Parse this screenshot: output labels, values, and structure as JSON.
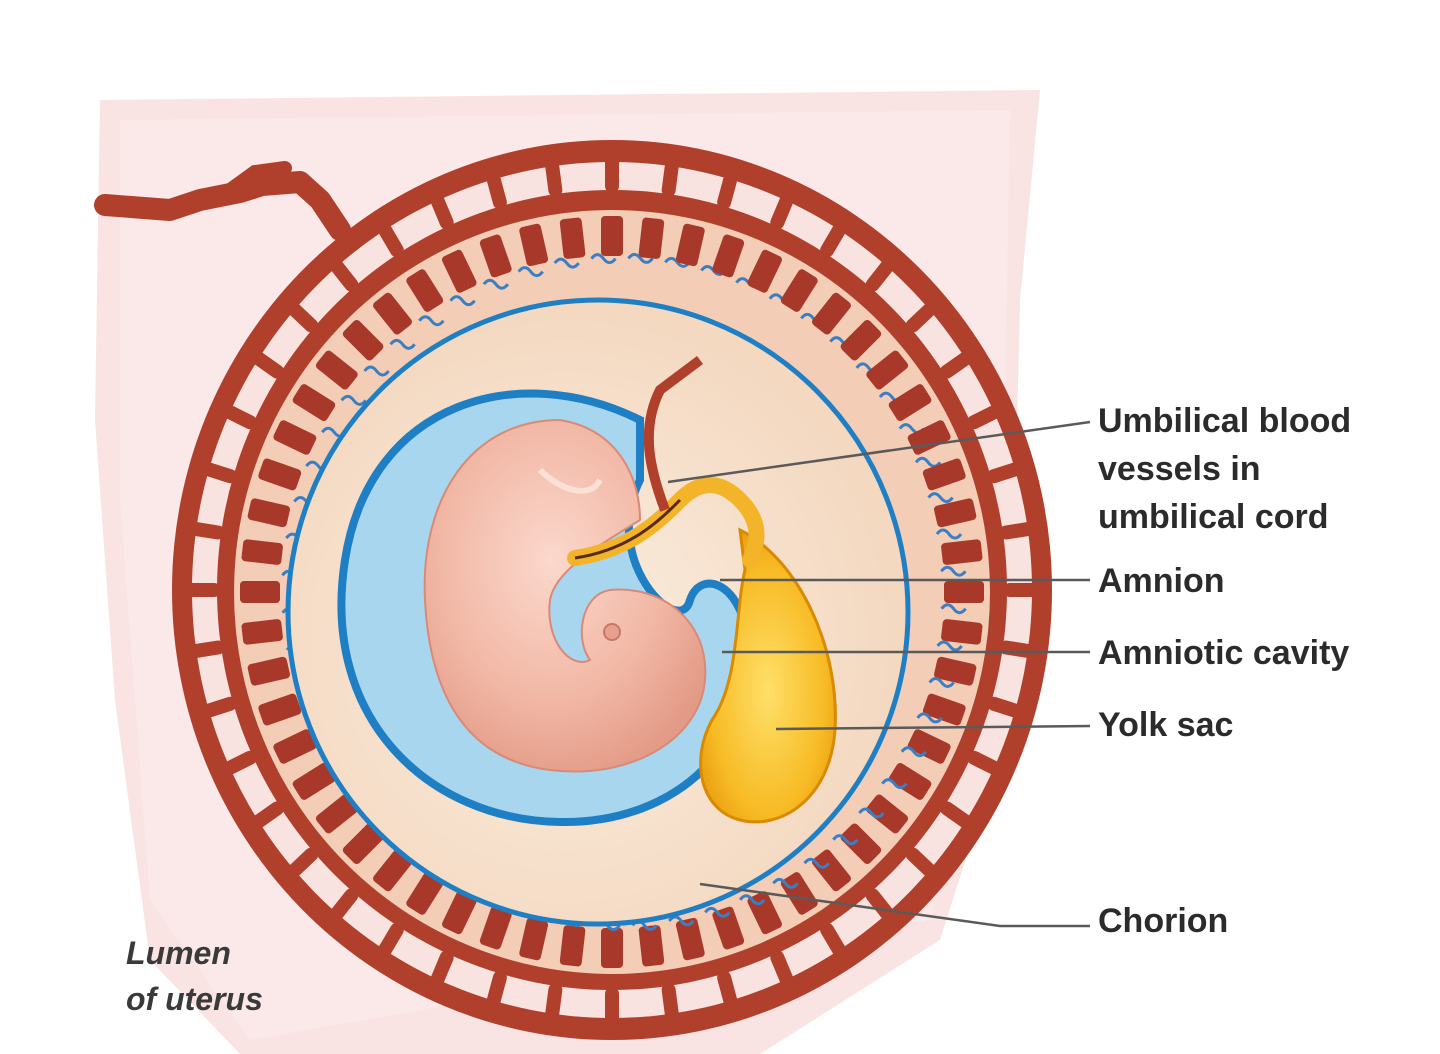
{
  "labels": {
    "umbilical_line1": "Umbilical blood",
    "umbilical_line2": "vessels in",
    "umbilical_line3": "umbilical cord",
    "amnion": "Amnion",
    "amniotic_cavity": "Amniotic cavity",
    "yolk_sac": "Yolk sac",
    "chorion": "Chorion",
    "lumen_line1": "Lumen",
    "lumen_line2": "of uterus"
  },
  "colors": {
    "uterine_wall": "#f7dcdc",
    "blood_vessel": "#b0402c",
    "vessel_dark": "#8a2a1c",
    "chorion_fill": "#f2c6a8",
    "chorion_cavity": "#f6dcc4",
    "amnion_blue": "#1f7fc4",
    "amniotic_fluid": "#a9d6ef",
    "embryo": "#f1b7a6",
    "yolk_sac": "#f6b81f",
    "leader_line": "#5a5a5a"
  }
}
